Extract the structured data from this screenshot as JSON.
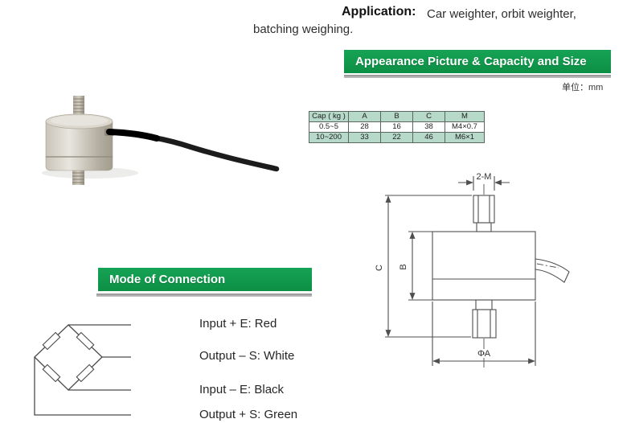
{
  "application": {
    "label": "Application:",
    "line1": "Car weighter, orbit weighter,",
    "line2": "batching weighing."
  },
  "appearance_section": {
    "title": "Appearance Picture  & Capacity and Size",
    "unit_note": "单位：mm"
  },
  "spec_table": {
    "headers": [
      "Cap ( kg )",
      "A",
      "B",
      "C",
      "M"
    ],
    "rows": [
      [
        "0.5~5",
        "28",
        "16",
        "38",
        "M4×0.7"
      ],
      [
        "10~200",
        "33",
        "22",
        "46",
        "M6×1"
      ]
    ]
  },
  "drawing": {
    "labels": {
      "thread": "2-M",
      "total_height": "C",
      "body_height": "B",
      "diameter": "ΦA"
    }
  },
  "connection_section": {
    "title": "Mode of Connection",
    "wires": [
      "Input + E: Red",
      "Output – S: White",
      "Input – E: Black",
      "Output + S: Green"
    ]
  },
  "colors": {
    "banner_green": "#0f9a4d",
    "banner_underline": "#a9a9a9",
    "table_green": "#b6d9c9",
    "line_color": "#4f4f4f"
  }
}
